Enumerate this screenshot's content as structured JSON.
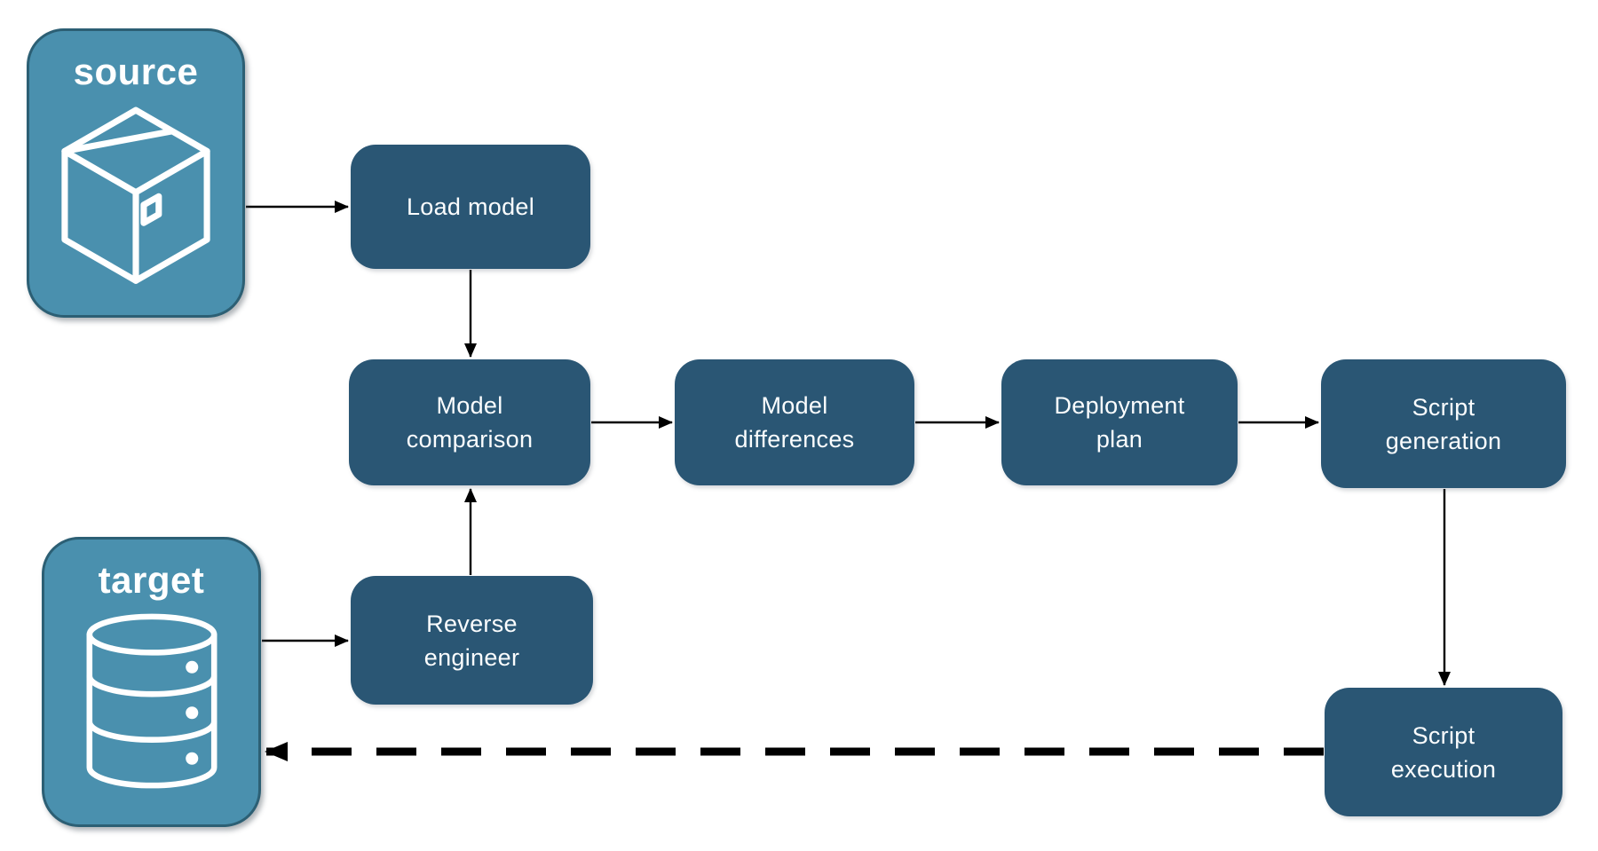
{
  "diagram": {
    "title_visible": false,
    "background": "#ffffff",
    "colors": {
      "node_fill": "#2a5674",
      "entity_fill": "#4a90ae",
      "entity_border": "#2c5f74",
      "label_text": "#fbfdfe",
      "arrow": "#000000"
    },
    "entities": {
      "source": {
        "label": "source",
        "icon": "package-icon"
      },
      "target": {
        "label": "target",
        "icon": "database-icon"
      }
    },
    "nodes": {
      "load_model": {
        "label": "Load model"
      },
      "model_comparison": {
        "label": "Model\ncomparison"
      },
      "model_differences": {
        "label": "Model\ndifferences"
      },
      "deployment_plan": {
        "label": "Deployment\nplan"
      },
      "script_generation": {
        "label": "Script\ngeneration"
      },
      "script_execution": {
        "label": "Script\nexecution"
      },
      "reverse_engineer": {
        "label": "Reverse\nengineer"
      }
    },
    "edges": [
      {
        "from": "source",
        "to": "load_model",
        "style": "solid"
      },
      {
        "from": "load_model",
        "to": "model_comparison",
        "style": "solid"
      },
      {
        "from": "target",
        "to": "reverse_engineer",
        "style": "solid"
      },
      {
        "from": "reverse_engineer",
        "to": "model_comparison",
        "style": "solid"
      },
      {
        "from": "model_comparison",
        "to": "model_differences",
        "style": "solid"
      },
      {
        "from": "model_differences",
        "to": "deployment_plan",
        "style": "solid"
      },
      {
        "from": "deployment_plan",
        "to": "script_generation",
        "style": "solid"
      },
      {
        "from": "script_generation",
        "to": "script_execution",
        "style": "solid"
      },
      {
        "from": "script_execution",
        "to": "target",
        "style": "dashed"
      }
    ]
  }
}
